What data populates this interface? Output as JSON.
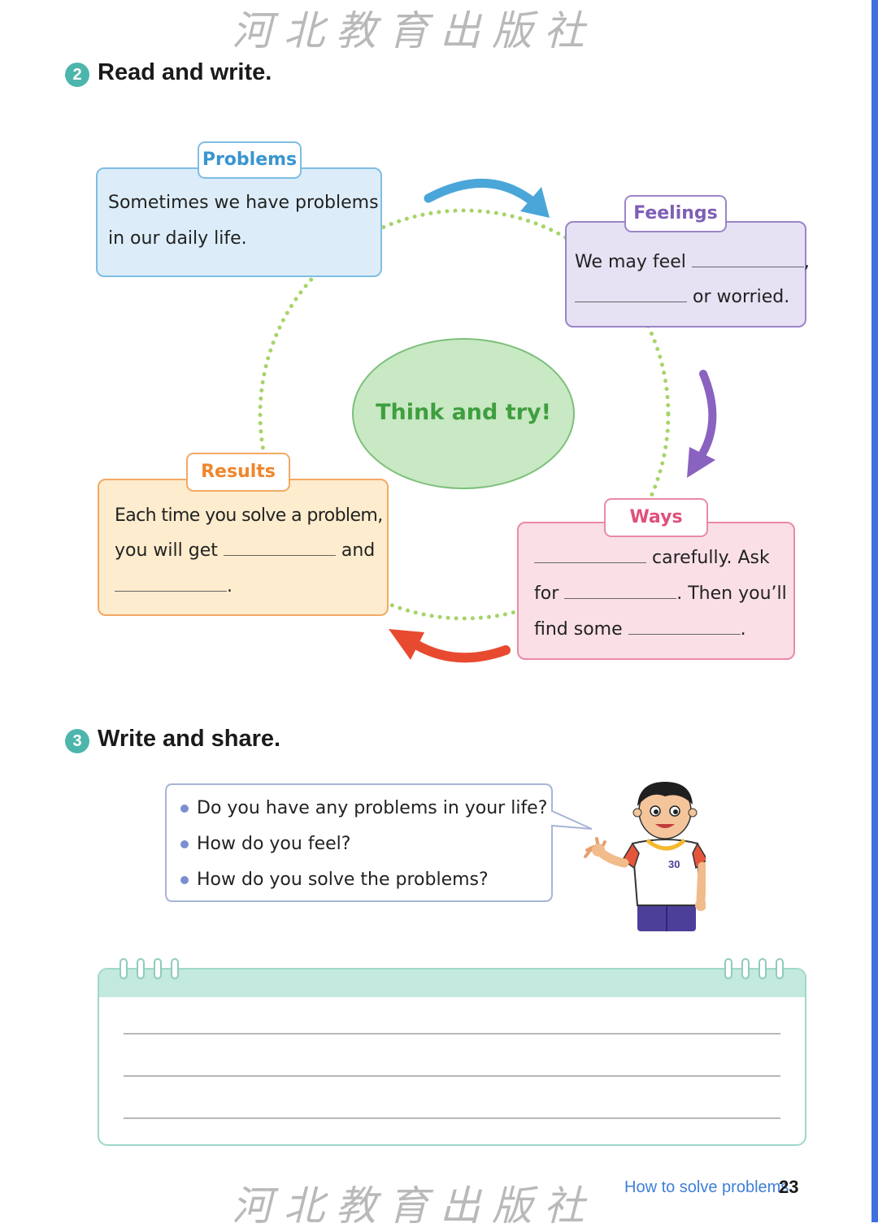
{
  "watermark": "河北教育出版社",
  "section2": {
    "number": "2",
    "title": "Read and write."
  },
  "cycle": {
    "center": "Think and try!",
    "problems": {
      "tag": "Problems",
      "line1": "Sometimes we have problems",
      "line2": "in our daily life."
    },
    "feelings": {
      "tag": "Feelings",
      "line1_prefix": "We may feel",
      "line1_suffix": ",",
      "line2_suffix": "or worried."
    },
    "ways": {
      "tag": "Ways",
      "line1_suffix": "carefully. Ask",
      "line2_prefix": "for",
      "line2_suffix": ". Then you’ll",
      "line3_prefix": "find some",
      "line3_suffix": "."
    },
    "results": {
      "tag": "Results",
      "line1": "Each time you solve a problem,",
      "line2_prefix": "you will get",
      "line2_suffix": "and",
      "line3_suffix": "."
    }
  },
  "section3": {
    "number": "3",
    "title": "Write and share.",
    "questions": [
      "Do you have any problems in your life?",
      "How do you feel?",
      "How do you solve the problems?"
    ],
    "jersey_number": "30"
  },
  "footer": {
    "chapter": "How to solve problems",
    "page": "23"
  },
  "colors": {
    "problems": "#4aa6d8",
    "feelings": "#7e5fb5",
    "ways": "#e0507a",
    "results": "#f0852d",
    "center_fill": "#c9e8c4",
    "center_text": "#3f9e3f",
    "dotted": "#a6d46a"
  }
}
